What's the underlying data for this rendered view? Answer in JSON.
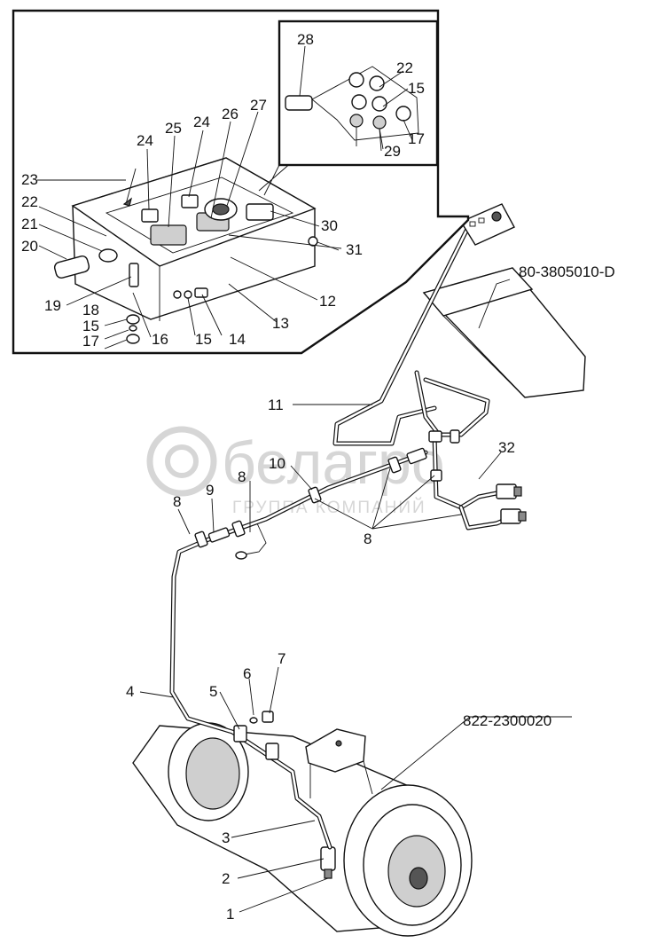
{
  "watermark": {
    "brand": "белагро",
    "tagline": "ГРУППА КОМПАНИЙ"
  },
  "assembly_codes": {
    "seat": "80-3805010-D",
    "axle": "822-2300020"
  },
  "callouts": {
    "c1": "1",
    "c2": "2",
    "c3": "3",
    "c4": "4",
    "c5": "5",
    "c6": "6",
    "c7": "7",
    "c8a": "8",
    "c8b": "8",
    "c8c": "8",
    "c9": "9",
    "c10": "10",
    "c11": "11",
    "c12": "12",
    "c13": "13",
    "c14": "14",
    "c15a": "15",
    "c15b": "15",
    "c15c": "15",
    "c16": "16",
    "c17a": "17",
    "c17b": "17",
    "c18": "18",
    "c19": "19",
    "c20": "20",
    "c21": "21",
    "c22a": "22",
    "c22b": "22",
    "c23": "23",
    "c24a": "24",
    "c24b": "24",
    "c25": "25",
    "c26": "26",
    "c27": "27",
    "c28": "28",
    "c29": "29",
    "c30": "30",
    "c31": "31",
    "c32": "32"
  },
  "colors": {
    "ink": "#111111",
    "watermark": "#d6d6d6",
    "background": "#ffffff"
  }
}
